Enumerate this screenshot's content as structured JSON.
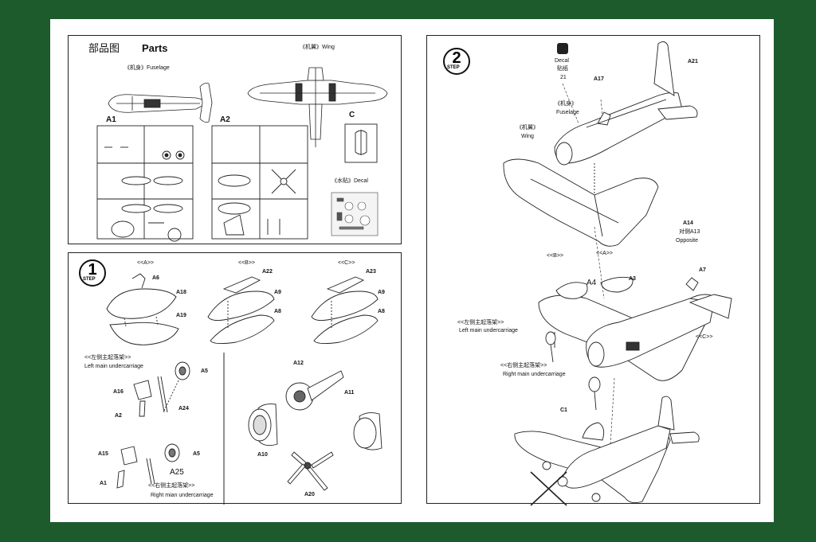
{
  "parts_panel": {
    "header_cn": "部品图",
    "header_en": "Parts",
    "fuselage_label": "《机身》Fuselage",
    "wing_label": "《机翼》Wing",
    "sprue_a1": "A1",
    "sprue_a2": "A2",
    "sprue_c": "C",
    "decal_label": "《水贴》Decal"
  },
  "step1_panel": {
    "step_number": "1",
    "step_word": "STEP",
    "group_a": "<<A>>",
    "group_b": "<<B>>",
    "group_c": "<<C>>",
    "parts": {
      "a6": "A6",
      "a18": "A18",
      "a19": "A19",
      "a22": "A22",
      "a9_b": "A9",
      "a8_b": "A8",
      "a23": "A23",
      "a9_c": "A9",
      "a8_c": "A8",
      "a5_top": "A5",
      "a16": "A16",
      "a2": "A2",
      "a24": "A24",
      "a5_bottom": "A5",
      "a15": "A15",
      "a25": "A25",
      "a1": "A1",
      "a12": "A12",
      "a11": "A11",
      "a10": "A10",
      "a20": "A20"
    },
    "left_gear_cn": "<<左侧主起落架>>",
    "left_gear_en": "Left main undercarriage",
    "right_gear_cn": "<<右侧主起落架>>",
    "right_gear_en": "Right mian undercarriage"
  },
  "step2_panel": {
    "step_number": "2",
    "step_word": "STEP",
    "decal_en": "Decal",
    "decal_cn": "贴纸",
    "decal_no": "21",
    "a21": "A21",
    "a17": "A17",
    "fuselage_cn": "《机身》",
    "fuselage_en": "Fuselage",
    "wing_cn": "《机翼》",
    "wing_en": "Wing",
    "a14": "A14",
    "a13_cn": "对侧A13",
    "opposite": "Opposite",
    "group_b": "<<B>>",
    "group_a": "<<A>>",
    "a4": "A4",
    "a3": "A3",
    "a7": "A7",
    "left_gear_cn": "<<左侧主起落架>>",
    "left_gear_en": "Left main undercarriage",
    "group_c": "<<C>>",
    "right_gear_cn": "<<右侧主起落架>>",
    "right_gear_en": "Right main undercarriage",
    "c1": "C1"
  }
}
